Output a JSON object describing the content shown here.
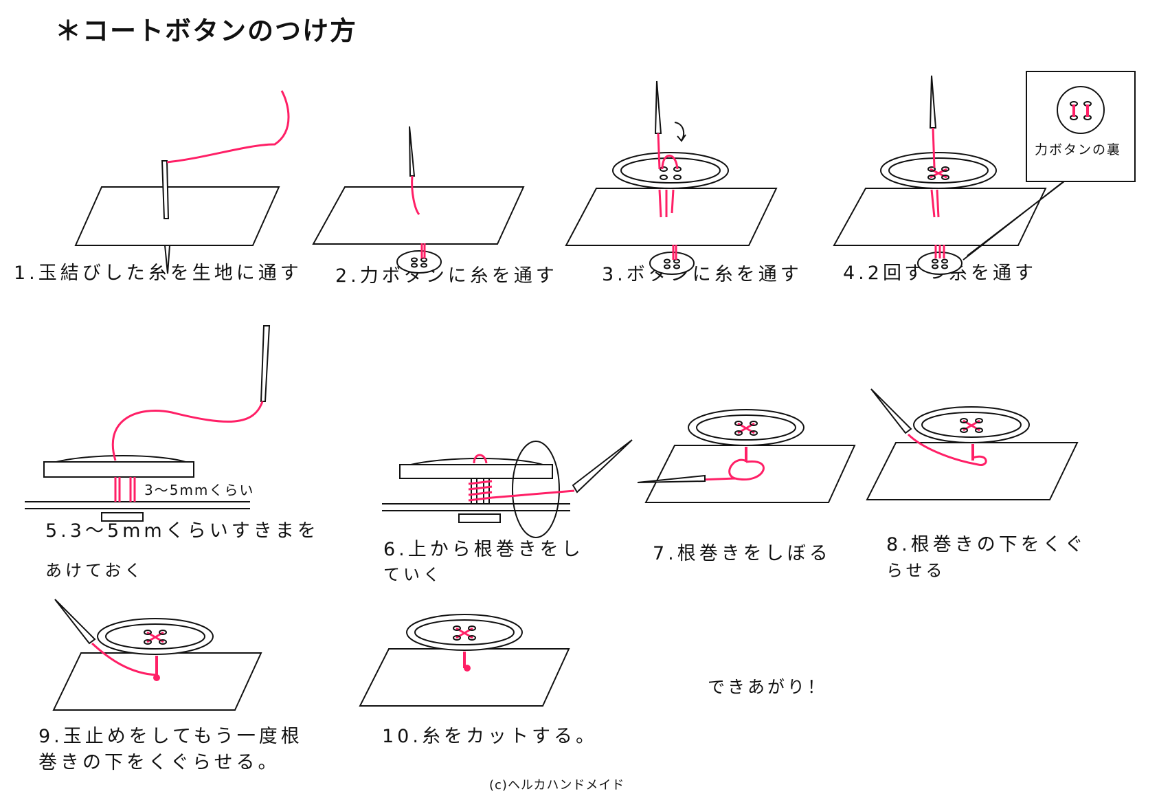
{
  "title": "＊コートボタンのつけ方",
  "steps": [
    {
      "label": "1.玉結びした糸を生地に通す"
    },
    {
      "label": "2.力ボタンに糸を通す"
    },
    {
      "label": "3.ボタンに糸を通す"
    },
    {
      "label": "4.2回ずつ糸を通す"
    },
    {
      "label_line1": "5.3〜5mmくらいすきまを",
      "label_line2": "あけておく",
      "gap_note": "3〜5mmくらい"
    },
    {
      "label_line1": "6.上から根巻きをし",
      "label_line2": "ていく"
    },
    {
      "label": "7.根巻きをしぼる"
    },
    {
      "label_line1": "8.根巻きの下をくぐ",
      "label_line2": "らせる"
    },
    {
      "label_line1": "9.玉止めをしてもう一度根",
      "label_line2": "巻きの下をくぐらせる。"
    },
    {
      "label": "10.糸をカットする。"
    }
  ],
  "inset_label": "力ボタンの裏",
  "finished": "できあがり！",
  "credit": "(c)ヘルカハンドメイド",
  "colors": {
    "thread": "#ff1f66",
    "line": "#111111"
  }
}
